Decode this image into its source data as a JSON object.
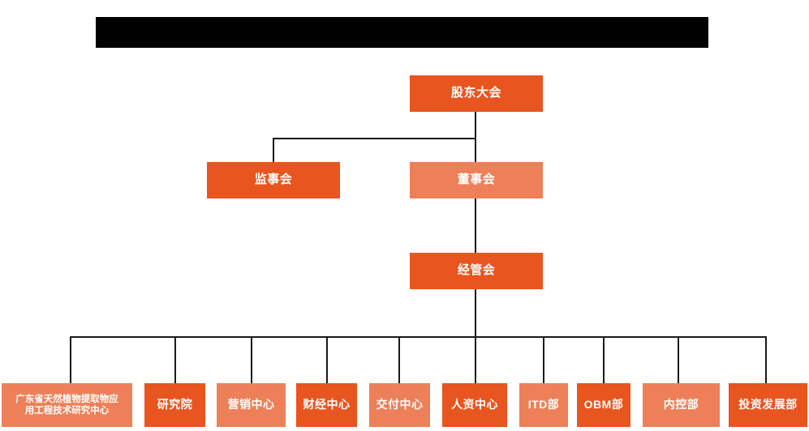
{
  "banner": {
    "name": "redacted-title-banner",
    "text": "",
    "color": "#000000"
  },
  "palette": {
    "background": "#ffffff",
    "accent_dark": "#E8551F",
    "accent_light": "#ED8058",
    "connector": "#1a1a1a",
    "node_text": "#ffffff"
  },
  "chart_title": "",
  "nodes": {
    "shareholders_meeting": {
      "label": "股东大会",
      "tone": "dark",
      "level": "top"
    },
    "board_of_supervisors": {
      "label": "监事会",
      "tone": "dark",
      "level": "mid"
    },
    "board_of_directors": {
      "label": "董事会",
      "tone": "light",
      "level": "mid"
    },
    "management_committee": {
      "label": "经管会",
      "tone": "dark",
      "level": "mid"
    }
  },
  "departments": [
    {
      "label": "广东省天然植物提取物应用工程技术研究中心",
      "line1": "广东省天然植物提取物应",
      "line2": "用工程技术研究中心",
      "tone": "light",
      "multiline": true
    },
    {
      "label": "研究院",
      "tone": "dark",
      "multiline": false
    },
    {
      "label": "营销中心",
      "tone": "light",
      "multiline": false
    },
    {
      "label": "财经中心",
      "tone": "dark",
      "multiline": false
    },
    {
      "label": "交付中心",
      "tone": "light",
      "multiline": false
    },
    {
      "label": "人资中心",
      "tone": "dark",
      "multiline": false
    },
    {
      "label": "ITD部",
      "tone": "light",
      "multiline": false
    },
    {
      "label": "OBM部",
      "tone": "dark",
      "multiline": false
    },
    {
      "label": "内控部",
      "tone": "light",
      "multiline": false
    },
    {
      "label": "投资发展部",
      "tone": "dark",
      "multiline": false
    }
  ],
  "hierarchy": {
    "root": "股东大会",
    "second_level": [
      "监事会",
      "董事会"
    ],
    "third_level": [
      "经管会"
    ],
    "fourth_level_count": 10
  }
}
